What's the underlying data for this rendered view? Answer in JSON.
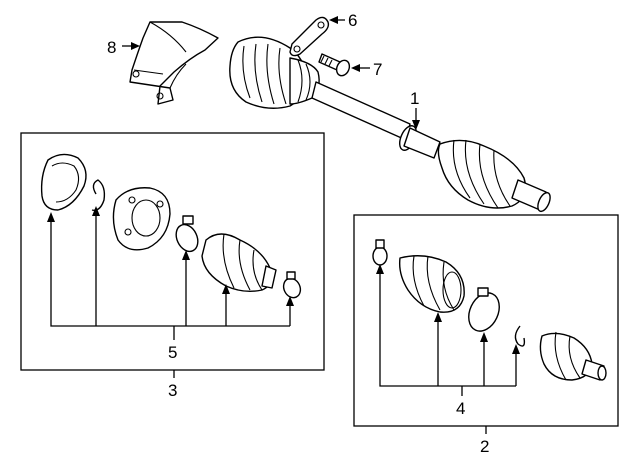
{
  "callouts": {
    "shaft_assembly": "1",
    "inner_joint_kit": "2",
    "outer_joint_kit": "3",
    "inner_boot_kit": "4",
    "outer_boot_kit": "5",
    "lock_plate": "6",
    "bolt": "7",
    "heat_shield": "8"
  }
}
